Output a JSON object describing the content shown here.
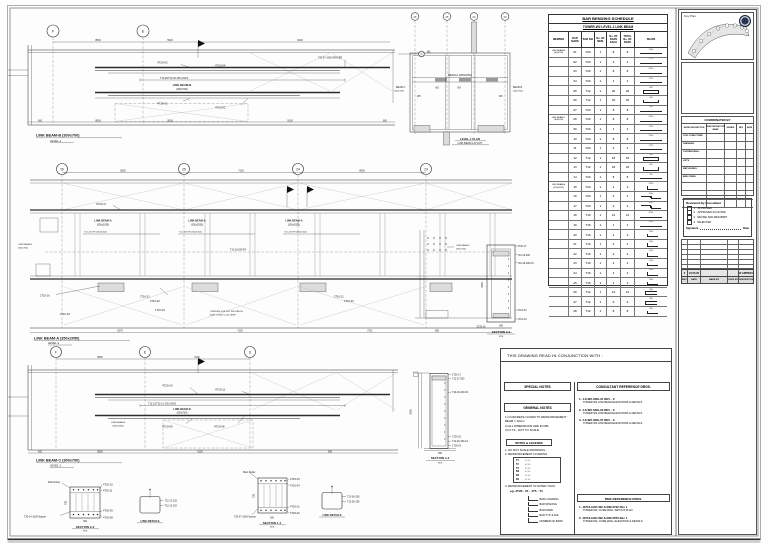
{
  "plan1": {
    "grids": [
      "F",
      "E"
    ],
    "dims_top": [
      "8536",
      "5903",
      "9130"
    ],
    "dims_bottom": [
      "600",
      "8536",
      "5903",
      "9130",
      "600"
    ],
    "callout_top_1": "4T20-03",
    "callout_top_2": "4T20-04",
    "spacer_note": "T20-07-1000-SPACER",
    "links_note": "T12-05/T12-06-150 LINKS",
    "beam_name": "LINK BEAM-B",
    "beam_size": "(300x700)",
    "callout_bot_1": "4T20-01",
    "callout_bot_2": "4T20-02",
    "caption": "LINK BEAM-B (300x700)",
    "caption_sub": "LEVEL-1"
  },
  "plan2": {
    "grids": [
      "26",
      "25",
      "24",
      "23"
    ],
    "marker_w1": "W1",
    "marker_w2": "W2",
    "marker_w3": "W3",
    "marker_w5": "W5",
    "marker_w3b": "W3",
    "beam_a": "BEAM-A (350x2050)",
    "beam_c_name": "BEAM C",
    "beam_c_size": "(300x700)",
    "beam_b_name": "BEAM B",
    "beam_b_size": "(300x700)",
    "caption_1": "LEVEL-1 PLAN",
    "caption_2": "LINK BEAM LAYOUT"
  },
  "bbs": {
    "title": "BAR BENDING SCHEDULE",
    "subtitle": "TOWER-W2   LEVEL-1 LINK BEAM",
    "columns": {
      "member": "MEMBER",
      "mark": "BAR MARK",
      "dia": "BAR DIA",
      "mem": "No. OF MEM.",
      "each": "No. OF BARS EACH",
      "total": "TOTAL No. OF BARS",
      "shape": "SHAPE"
    },
    "rows": [
      {
        "member": "LINK BEAM-B (300x700)",
        "mark": "01",
        "dia": "T20",
        "mem": "1",
        "each": "8",
        "total": "8",
        "shape": "straight",
        "dim": "5900"
      },
      {
        "member": "",
        "mark": "02",
        "dia": "T20",
        "mem": "1",
        "each": "4",
        "total": "4",
        "shape": "straight",
        "dim": "2725"
      },
      {
        "member": "",
        "mark": "03",
        "dia": "T20",
        "mem": "1",
        "each": "8",
        "total": "8",
        "shape": "straight",
        "dim": "5900"
      },
      {
        "member": "",
        "mark": "04",
        "dia": "T20",
        "mem": "1",
        "each": "4",
        "total": "4",
        "shape": "straight",
        "dim": "2725"
      },
      {
        "member": "",
        "mark": "05",
        "dia": "T12",
        "mem": "1",
        "each": "20",
        "total": "20",
        "shape": "stirrup",
        "dim": "640"
      },
      {
        "member": "",
        "mark": "06",
        "dia": "T12",
        "mem": "1",
        "each": "20",
        "total": "20",
        "shape": "u",
        "dim": "640"
      },
      {
        "member": "",
        "mark": "07",
        "dia": "T20",
        "mem": "1",
        "each": "8",
        "total": "8",
        "shape": "straight",
        "dim": "900"
      },
      {
        "member": "LINK BEAM-C (300x700)",
        "mark": "08",
        "dia": "T20",
        "mem": "1",
        "each": "8",
        "total": "8",
        "shape": "straight",
        "dim": "5900"
      },
      {
        "member": "",
        "mark": "09",
        "dia": "T20",
        "mem": "1",
        "each": "4",
        "total": "4",
        "shape": "straight",
        "dim": "2725"
      },
      {
        "member": "",
        "mark": "10",
        "dia": "T20",
        "mem": "1",
        "each": "8",
        "total": "8",
        "shape": "straight",
        "dim": "5900"
      },
      {
        "member": "",
        "mark": "11",
        "dia": "T20",
        "mem": "1",
        "each": "4",
        "total": "4",
        "shape": "straight",
        "dim": "2725"
      },
      {
        "member": "",
        "mark": "12",
        "dia": "T12",
        "mem": "1",
        "each": "18",
        "total": "18",
        "shape": "stirrup",
        "dim": "640"
      },
      {
        "member": "",
        "mark": "13",
        "dia": "T12",
        "mem": "1",
        "each": "18",
        "total": "18",
        "shape": "u",
        "dim": "640"
      },
      {
        "member": "",
        "mark": "14",
        "dia": "T20",
        "mem": "1",
        "each": "8",
        "total": "8",
        "shape": "straight",
        "dim": "900"
      },
      {
        "member": "LINK BEAM-A (350x2050)",
        "mark": "15",
        "dia": "T20",
        "mem": "1",
        "each": "2",
        "total": "2",
        "shape": "l",
        "dim": "8200"
      },
      {
        "member": "",
        "mark": "16",
        "dia": "T20",
        "mem": "1",
        "each": "2",
        "total": "2",
        "shape": "z",
        "dim": "8200"
      },
      {
        "member": "",
        "mark": "17",
        "dia": "T20",
        "mem": "1",
        "each": "2",
        "total": "2",
        "shape": "z",
        "dim": "8200"
      },
      {
        "member": "",
        "mark": "18",
        "dia": "T16",
        "mem": "1",
        "each": "12",
        "total": "12",
        "shape": "straight",
        "dim": "8200"
      },
      {
        "member": "",
        "mark": "19",
        "dia": "T16",
        "mem": "1",
        "each": "1",
        "total": "1",
        "shape": "straight",
        "dim": "8200"
      },
      {
        "member": "",
        "mark": "20",
        "dia": "T16",
        "mem": "1",
        "each": "2",
        "total": "2",
        "shape": "l",
        "dim": "1500"
      },
      {
        "member": "",
        "mark": "21",
        "dia": "T16",
        "mem": "1",
        "each": "2",
        "total": "2",
        "shape": "l",
        "dim": "1500"
      },
      {
        "member": "",
        "mark": "22",
        "dia": "T16",
        "mem": "1",
        "each": "2",
        "total": "2",
        "shape": "l",
        "dim": "1500"
      },
      {
        "member": "",
        "mark": "23",
        "dia": "T16",
        "mem": "1",
        "each": "2",
        "total": "2",
        "shape": "l",
        "dim": "1500"
      },
      {
        "member": "",
        "mark": "24",
        "dia": "T16",
        "mem": "1",
        "each": "2",
        "total": "2",
        "shape": "l",
        "dim": "1500"
      },
      {
        "member": "",
        "mark": "25",
        "dia": "T16",
        "mem": "1",
        "each": "2",
        "total": "2",
        "shape": "l",
        "dim": "1500"
      },
      {
        "member": "",
        "mark": "26",
        "dia": "T12",
        "mem": "1",
        "each": "12",
        "total": "12",
        "shape": "c",
        "dim": "580"
      },
      {
        "member": "",
        "mark": "27",
        "dia": "T12",
        "mem": "1",
        "each": "6",
        "total": "6",
        "shape": "c",
        "dim": "580"
      },
      {
        "member": "",
        "mark": "28",
        "dia": "T12",
        "mem": "1",
        "each": "8",
        "total": "8",
        "shape": "l",
        "dim": "580"
      }
    ]
  },
  "plan3": {
    "grids": [
      "26",
      "25",
      "24",
      "23"
    ],
    "dims_top": [
      "8536",
      "7130",
      "8536"
    ],
    "dims_bottom": [
      "6275",
      "7130",
      "2711",
      "600"
    ],
    "top_callout": "2T20-17",
    "beam_name": "LINK BEAM-A",
    "beam_size": "(350x2050)",
    "side_note": "T12-15/17P-200-B.Side",
    "fs_note": "T12-18-200-FS",
    "bot_callouts": [
      "2T20-16",
      "2T16-21",
      "2T16-20",
      "1T16-19",
      "2T16-18",
      "2T16-21",
      "2T16-20"
    ],
    "opening_note_1": "OPENING FOR LIFT INDICATOR",
    "opening_note_2": "600H x 600W x 200 DEEP",
    "left_label_1": "LINK BEAM-B",
    "left_label_2": "(300x700)",
    "right_label_1": "LINK BEAM-C",
    "right_label_2": "(300x700)",
    "caption": "LINK BEAM-A (350x2050)",
    "caption_sub": "LEVEL-1"
  },
  "sec33": {
    "caption": "SECTION 3-3",
    "sub": "NTS",
    "right_callouts": [
      "2T20-17",
      "T12-15-200",
      "T16-18-200-FS",
      "2T16-20",
      "1T16-19"
    ],
    "left_callout": "2T20-16",
    "dim_h": "2050",
    "dim_w": "350"
  },
  "plan4": {
    "grids": [
      "F",
      "E",
      "D"
    ],
    "dims_top": [
      "8536",
      "9130"
    ],
    "dims_bottom": [
      "600",
      "8536",
      "9130",
      "900"
    ],
    "callout_top_1": "4T20-10",
    "callout_top_2": "4T20-11",
    "links_note": "T12-12/T12-13-125 LINKS",
    "beam_name": "LINK BEAM-B",
    "beam_size": "(300x700)",
    "left_beam_1": "LINK BEAM-A",
    "left_beam_2": "(350x2050)",
    "callout_bot_1": "4T20-09",
    "callout_bot_2": "4T20-08",
    "caption": "LINK BEAM-C (300x700)",
    "caption_sub": "LEVEL-1"
  },
  "sec44": {
    "caption": "SECTION 4-4",
    "sub": "NTS",
    "top_callouts": [
      "2T20-17",
      "T12-27-200",
      "T16-18-200-FS"
    ],
    "bot_callouts": [
      "2T20-15",
      "T12-26-150-LS",
      "1T16-19"
    ],
    "dim_h": "2050",
    "dim_w": "350"
  },
  "sec22": {
    "caption": "SECTION 2-2",
    "sub": "NTS",
    "web_note": "Web Rebar",
    "spacer_note": "T20-14-1000-Spacer",
    "callouts": [
      "4T20-10",
      "4T20-11",
      "4T20-09",
      "4T20-08"
    ],
    "dim_h": "700",
    "dim_w": "300"
  },
  "link1": {
    "caption": "LINK DETAILS",
    "c1": "T12-12-125",
    "c2": "T12-13-125"
  },
  "sec11": {
    "caption": "SECTION 1-1",
    "sub": "NTS",
    "web_note": "Main Rebar",
    "spacer_note": "T20-07-1000-Spacer",
    "callouts": [
      "4T20-03",
      "4T20-04",
      "4T20-01",
      "4T20-02"
    ],
    "dim_h": "700",
    "dim_w": "300"
  },
  "link2": {
    "caption": "LINK DETAILS",
    "c1": "T12-06-150",
    "c2": "T12-05-150"
  },
  "notes": {
    "header": "THIS DRAWING READ IN CONJUNCTION WITH :",
    "special_title": "SPECIAL NOTES",
    "general_title": "GENERAL NOTES",
    "general_items": [
      "1) CONCRETE COVER TO REINFORCEMENT :",
      "     BEAM      =  40mm",
      "2) ALL DIMENSIONS ARE IN MM.",
      "3) N.T.S - NOT TO SCALE"
    ],
    "legends_title": "NOTES & LEGENDS",
    "legend_items": [
      "1. DO NOT SCALE DRAWINGS.",
      "2. REINFORCEMENT LAYERING :"
    ],
    "layer_rows": [
      {
        "label": "T1",
        "dots": "•  •  •  •"
      },
      {
        "label": "T2",
        "dots": "•  •  •  •"
      },
      {
        "label": "T3",
        "dots": "•  •  •  •"
      },
      {
        "label": "B3",
        "dots": "•  •  •  •"
      },
      {
        "label": "B2",
        "dots": "•  •  •  •"
      },
      {
        "label": "B1",
        "dots": "•  •  •  •"
      }
    ],
    "legend_item3": "3. REINFORCEMENT IS NOTED THUS :",
    "legend_eg": "eg.  2T20 - 01 - 175 - T1",
    "legend_callouts": [
      "BAR LAYERING",
      "BAR SPACING",
      "BAR MARK",
      "BAR TYP. & DIA.",
      "NUMBER OF BARS"
    ],
    "consultant_title": "CONSULTANT REFERENCE DRGS.",
    "consultant_refs": [
      {
        "line1": "1. J-S-W2-SRG-01      REV - C",
        "line2": "TOWER W2 LINK BEAM ELEVATIONS & DETAILS"
      },
      {
        "line1": "2. J-S-W2-SRG-02      REV - C",
        "line2": "TOWER W2 LINK BEAM ELEVATIONS & DETAILS"
      },
      {
        "line1": "3. J-S-W2-SRG-07      REV - C",
        "line2": "TOWER W2 LINK BEAM ELEVATIONS & DETAILS"
      }
    ],
    "rmx_title": "RMX REFERENCE DRGS.",
    "rmx_refs": [
      {
        "line1": "1. J2716-HAD-W2-S-DW-3722   Rev 1",
        "line2": "TOWER-W2, CORE WALL SETOUT PLAN"
      },
      {
        "line1": "2. J2716-HAD-W2-S-DW-3553   Rev 1",
        "line2": "TOWER-W2, CORE WALL ELEVATION & DETAILS"
      }
    ]
  },
  "titleblock": {
    "keyplan_label": "Key Plan",
    "coordinated_title": "COORDINATED BY",
    "coord_cols": [
      "WORK DESCRIPTION",
      "SUBCONTRACTOR NAME",
      "SIGNED",
      "REV",
      "DATE"
    ],
    "coord_rows": [
      "CIVIL STRUCTURE",
      "FINISHING",
      "CURTAIN WALL",
      "LIFTS",
      "MEP WORKS",
      "BMU FIXING",
      "",
      "",
      ""
    ],
    "reviewed_title": "Reviewed By Consultant",
    "review_items": [
      {
        "n": "1",
        "t": "APPROVED"
      },
      {
        "n": "2",
        "t": "APPROVED AS NOTED"
      },
      {
        "n": "3",
        "t": "REVISE AND RESUBMIT"
      },
      {
        "n": "4",
        "t": "REJECTED"
      }
    ],
    "signature_label": "Signature",
    "date_label": "Date",
    "rev_row": [
      "0",
      "21.05.20",
      "",
      "",
      "FOR APPROVAL"
    ],
    "rev_header": [
      "REV.",
      "DATE",
      "MADE BY",
      "CHKD BY",
      "DESCRIPTION"
    ]
  }
}
